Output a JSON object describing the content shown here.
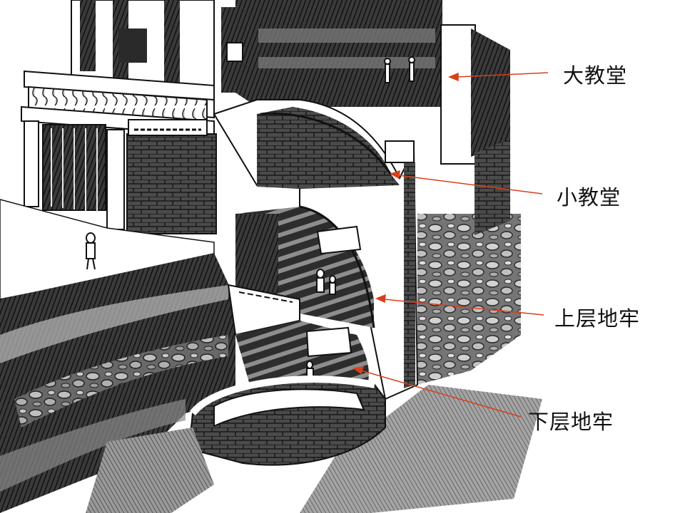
{
  "diagram": {
    "callout_color": "#d8401c",
    "labels": [
      {
        "id": "great-church",
        "text": "大教堂"
      },
      {
        "id": "small-chapel",
        "text": "小教堂"
      },
      {
        "id": "upper-crypt",
        "text": "上层地牢"
      },
      {
        "id": "lower-crypt",
        "text": "下层地牢"
      }
    ]
  }
}
